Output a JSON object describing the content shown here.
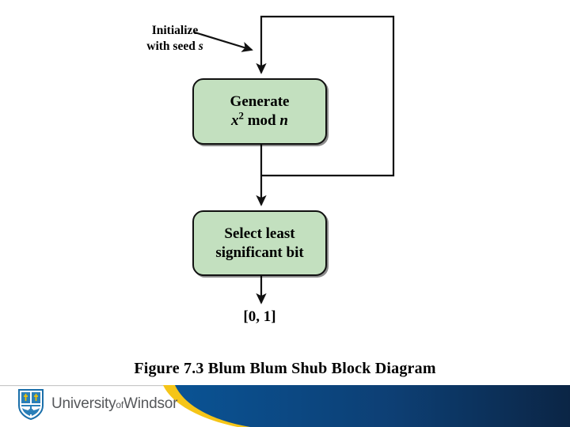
{
  "diagram": {
    "init_label": {
      "line1": "Initialize",
      "line2_prefix": "with seed ",
      "line2_var": "s"
    },
    "box_generate": {
      "line1": "Generate",
      "line2_var": "x",
      "line2_exp": "2",
      "line2_mod": " mod ",
      "line2_n": "n"
    },
    "box_select": {
      "line1": "Select least",
      "line2": "significant bit"
    },
    "output_label": "[0, 1]",
    "box_fill_color": "#c3e0bf",
    "line_color": "#111111"
  },
  "caption": {
    "text": "Figure 7.3  Blum Blum Shub Block Diagram"
  },
  "footer": {
    "brand_name_1": "University",
    "brand_of": "of",
    "brand_name_2": "Windsor",
    "accent_gold": "#f5c518",
    "banner_blue_light": "#0a5394",
    "banner_blue_dark": "#0b2545"
  }
}
